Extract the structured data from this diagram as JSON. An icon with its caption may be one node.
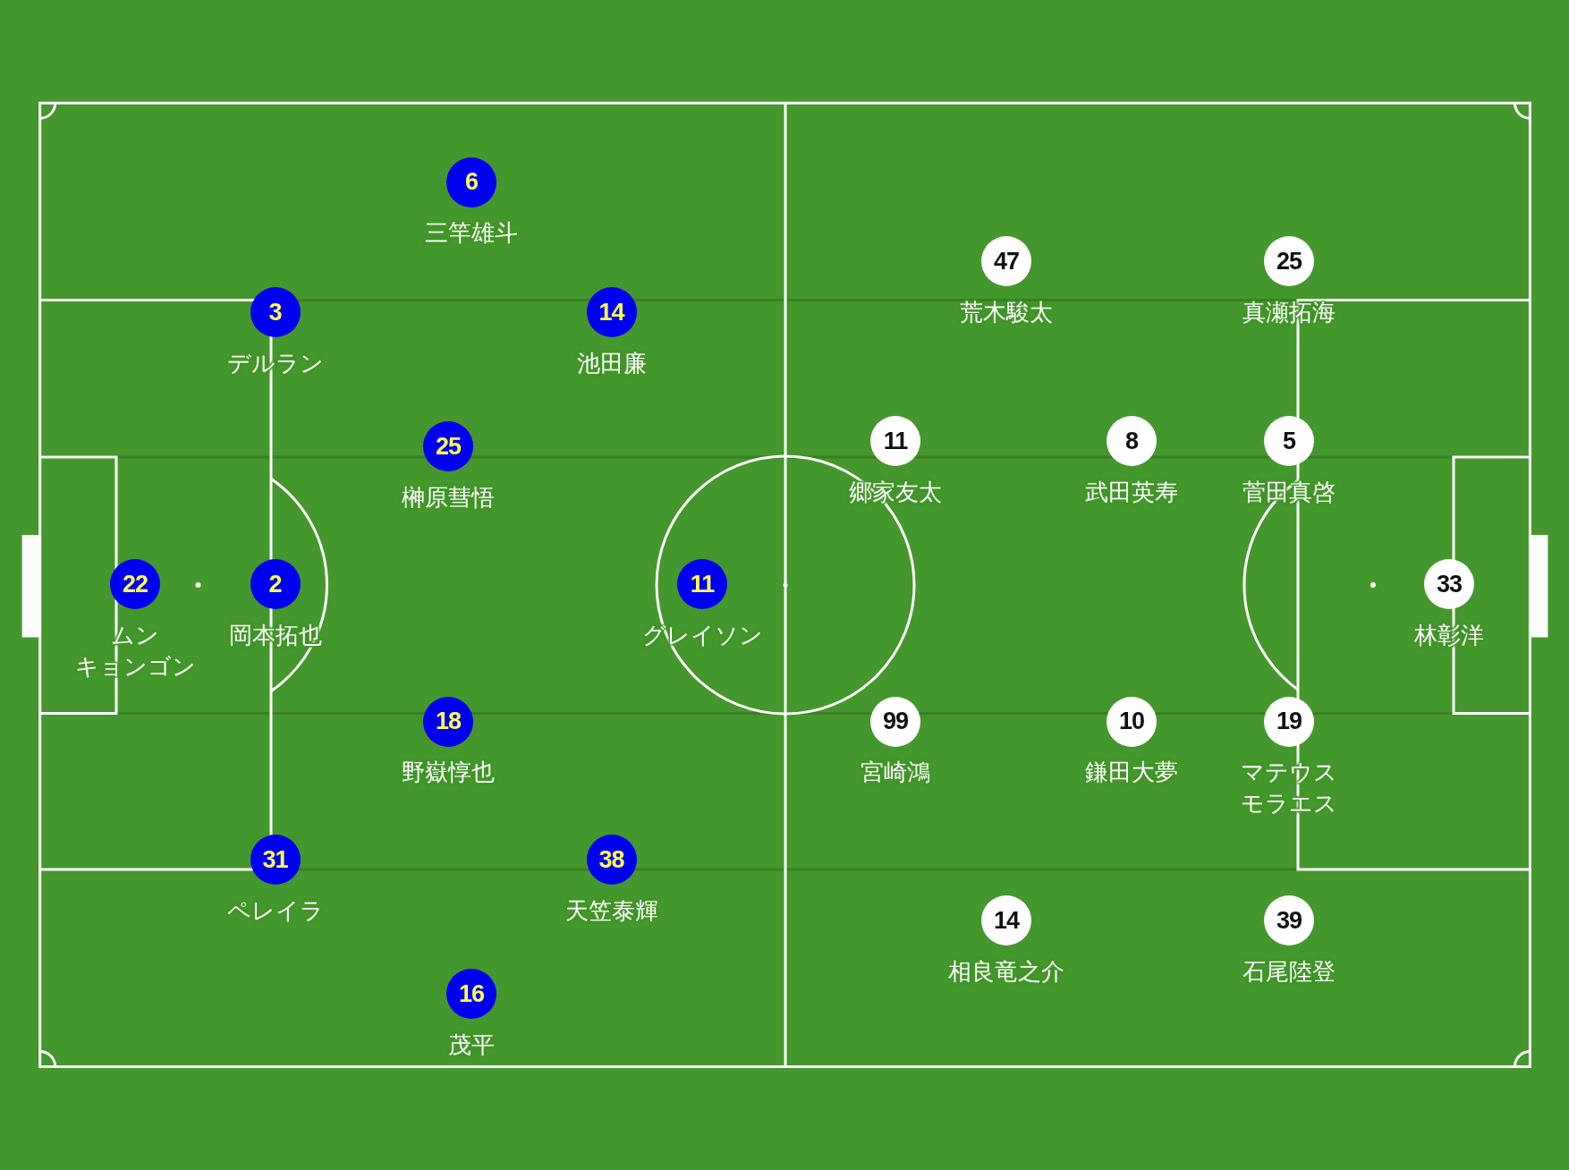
{
  "diagram": {
    "nodes": [
      {
        "text": [
          "6"
        ],
        "beside": [
          "三竿雄斗"
        ]
      },
      {
        "text": [
          "3"
        ],
        "beside": [
          "デルラン"
        ]
      },
      {
        "text": [
          "14"
        ],
        "beside": [
          "池田廉"
        ]
      },
      {
        "text": [
          "25"
        ],
        "beside": [
          "榊原彗悟"
        ]
      },
      {
        "text": [
          "22"
        ],
        "beside": [
          "ムンキョンゴン"
        ]
      },
      {
        "text": [
          "2"
        ],
        "beside": [
          "岡本拓也"
        ]
      },
      {
        "text": [
          "11"
        ],
        "beside": [
          "グレイソン"
        ]
      },
      {
        "text": [
          "18"
        ],
        "beside": [
          "野嶽惇也"
        ]
      },
      {
        "text": [
          "31"
        ],
        "beside": [
          "ペレイラ"
        ]
      },
      {
        "text": [
          "38"
        ],
        "beside": [
          "天笠泰輝"
        ]
      },
      {
        "text": [
          "16"
        ],
        "beside": [
          "茂平"
        ]
      },
      {
        "text": [
          "47"
        ],
        "beside": [
          "荒木駿太"
        ]
      },
      {
        "text": [
          "25"
        ],
        "beside": [
          "真瀬拓海"
        ]
      },
      {
        "text": [
          "11"
        ],
        "beside": [
          "郷家友太"
        ]
      },
      {
        "text": [
          "8"
        ],
        "beside": [
          "武田英寿"
        ]
      },
      {
        "text": [
          "5"
        ],
        "beside": [
          "菅田真啓"
        ]
      },
      {
        "text": [
          "33"
        ],
        "beside": [
          "林彰洋"
        ]
      },
      {
        "text": [
          "99"
        ],
        "beside": [
          "宮崎鴻"
        ]
      },
      {
        "text": [
          "10"
        ],
        "beside": [
          "鎌田大夢"
        ]
      },
      {
        "text": [
          "19"
        ],
        "beside": [
          "マテウスモラエス"
        ]
      },
      {
        "text": [
          "14"
        ],
        "beside": [
          "相良竜之介"
        ]
      },
      {
        "text": [
          "39"
        ],
        "beside": [
          "石尾陸登"
        ]
      }
    ]
  }
}
